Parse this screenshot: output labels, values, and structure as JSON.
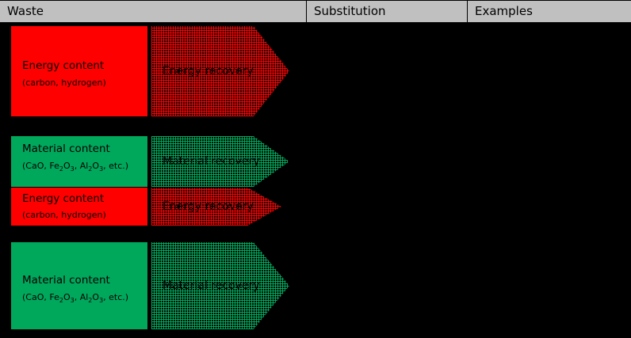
{
  "table": {
    "columns": [
      {
        "label": "Waste"
      },
      {
        "label": "Substitution"
      },
      {
        "label": "Examples"
      }
    ]
  },
  "rows": [
    {
      "id": "row-energy-only",
      "waste_blocks": [
        {
          "id": "energy-content",
          "title": "Energy content",
          "subtitle": "(carbon, hydrogen)",
          "color": "#ff0000"
        }
      ],
      "arrows": [
        {
          "id": "energy-recovery",
          "label": "Energy recovery",
          "color": "#ff0000"
        }
      ],
      "substitution": "",
      "examples": ""
    },
    {
      "id": "row-material-and-energy",
      "waste_blocks": [
        {
          "id": "material-content",
          "title": "Material content",
          "subtitle": "(CaO, Fe2O3, Al2O3, etc.)",
          "color": "#00a85c"
        },
        {
          "id": "energy-content",
          "title": "Energy content",
          "subtitle": "(carbon, hydrogen)",
          "color": "#ff0000"
        }
      ],
      "arrows": [
        {
          "id": "material-recovery",
          "label": "Material recovery",
          "color": "#00a85c"
        },
        {
          "id": "energy-recovery",
          "label": "Energy recovery",
          "color": "#ff0000"
        }
      ],
      "substitution": "",
      "examples": ""
    },
    {
      "id": "row-material-only",
      "waste_blocks": [
        {
          "id": "material-content",
          "title": "Material content",
          "subtitle": "(CaO, Fe2O3, Al2O3, etc.)",
          "color": "#00a85c"
        }
      ],
      "arrows": [
        {
          "id": "material-recovery",
          "label": "Material recovery",
          "color": "#00a85c"
        }
      ],
      "substitution": "",
      "examples": ""
    }
  ],
  "colors": {
    "background": "#000000",
    "header_bar": "#c0c0c0",
    "energy": "#ff0000",
    "material": "#00a85c",
    "text": "#000000"
  }
}
